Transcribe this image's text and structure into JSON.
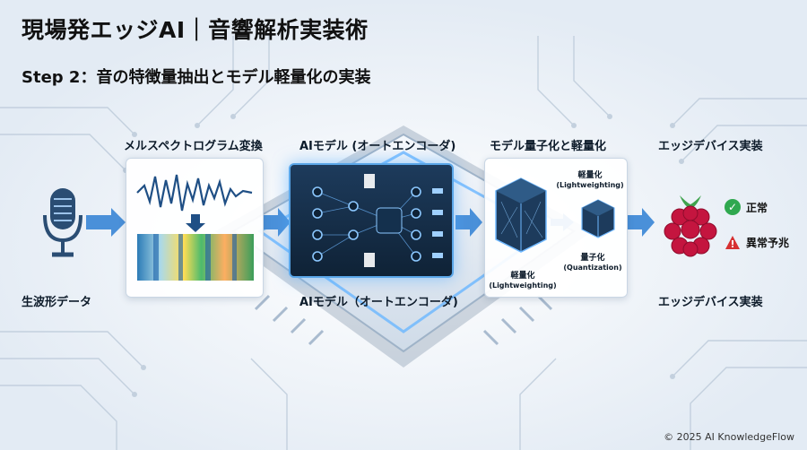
{
  "title": "現場発エッジAI｜音響解析実装術",
  "subtitle": "Step 2：音の特徴量抽出とモデル軽量化の実装",
  "stages": {
    "raw": "生波形データ",
    "mel": "メルスペクトログラム変換",
    "ai_top": "AIモデル (オートエンコーダ)",
    "ai_bottom": "AIモデル（オートエンコーダ)",
    "quant_top": "モデル量子化と軽量化",
    "edge_top": "エッジデバイス実装",
    "edge_bottom": "エッジデバイス実装"
  },
  "compression": {
    "lw_small": "軽量化",
    "lw_small_en": "(Lightweighting)",
    "quant": "量子化",
    "quant_en": "(Quantization)",
    "lw_bottom": "軽量化",
    "lw_bottom_en": "(Lightweighting)"
  },
  "status": {
    "normal": "正常",
    "anomaly": "異常予兆",
    "normal_color": "#2fa84f",
    "anomaly_color": "#d63031"
  },
  "copyright": "© 2025 AI KnowledgeFlow"
}
